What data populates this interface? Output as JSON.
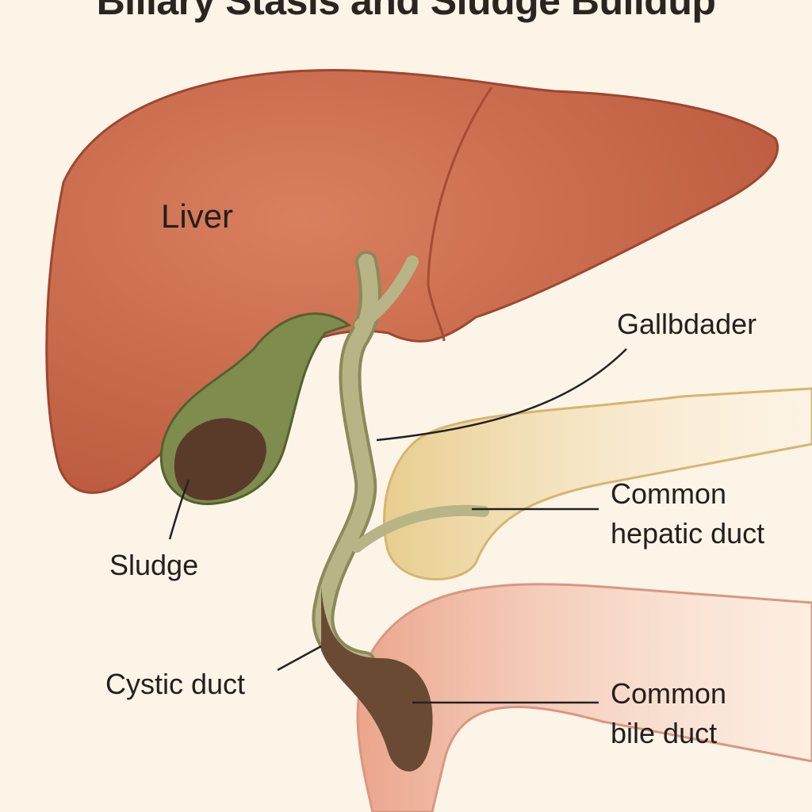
{
  "title": "Biliary Stasis and Sludge Buildup",
  "labels": {
    "liver": "Liver",
    "gallbladder": "Gallbdader",
    "common_hepatic_1": "Common",
    "common_hepatic_2": "hepatic duct",
    "sludge": "Sludge",
    "cystic": "Cystic duct",
    "common_bile_1": "Common",
    "common_bile_2": "bile duct"
  },
  "colors": {
    "liver": "#c9674a",
    "gallbladder": "#7e8c4e",
    "duct": "#a8a878",
    "sludge": "#5a3b2a",
    "pancreas": "#ecd49a",
    "duodenum": "#eeb7a0"
  }
}
